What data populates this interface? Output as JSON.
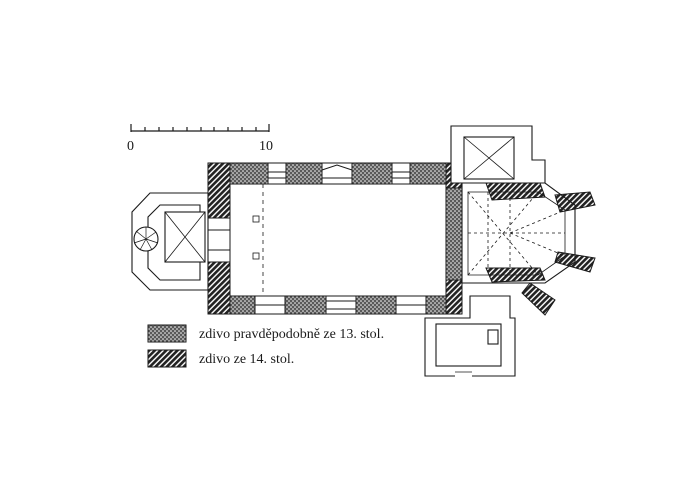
{
  "scale_bar": {
    "start_label": "0",
    "end_label": "10"
  },
  "legend": [
    {
      "text": "zdivo pravděpodobně ze 13. stol.",
      "pattern": "dotted",
      "color": "#2a2a2a"
    },
    {
      "text": "zdivo ze 14. stol.",
      "pattern": "hatched",
      "color": "#2a2a2a"
    }
  ]
}
